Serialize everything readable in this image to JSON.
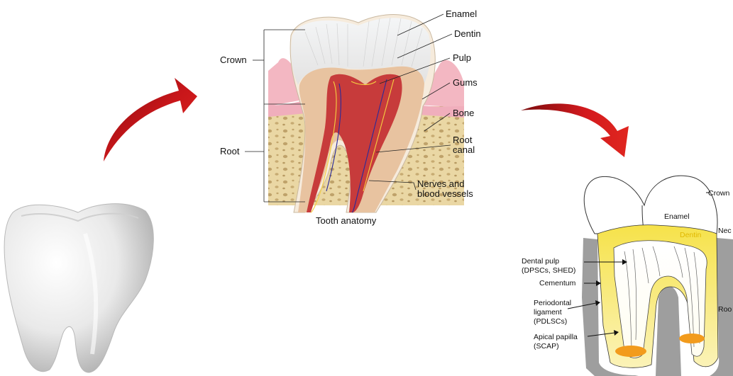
{
  "tooth_anatomy": {
    "caption": "Tooth anatomy",
    "labels": {
      "crown": "Crown",
      "root": "Root",
      "enamel": "Enamel",
      "dentin": "Dentin",
      "pulp": "Pulp",
      "gums": "Gums",
      "bone": "Bone",
      "root_canal_line1": "Root",
      "root_canal_line2": "canal",
      "nerves_line1": "Nerves and",
      "nerves_line2": "blood vessels"
    }
  },
  "stem_cell_diagram": {
    "labels": {
      "crown": "Crown",
      "enamel": "Enamel",
      "dentin": "Dentin",
      "neck": "Nec",
      "root": "Roo",
      "dental_pulp_line1": "Dental pulp",
      "dental_pulp_line2": "(DPSCs, SHED)",
      "cementum": "Cementum",
      "pdl_line1": "Periodontal",
      "pdl_line2": "ligament",
      "pdl_line3": "(PDLSCs)",
      "apical_line1": "Apical papilla",
      "apical_line2": "(SCAP)"
    }
  },
  "colors": {
    "arrow_red": "#c8161a",
    "gum_pink": "#f3b7c2",
    "bone_tan": "#e6d29c",
    "dentin_tan": "#e8c3a0",
    "pulp_red": "#c73b3b",
    "dentin_yellow": "#f6e24a",
    "cementum_gray": "#9e9e9e",
    "apical_orange": "#f29b1c"
  }
}
